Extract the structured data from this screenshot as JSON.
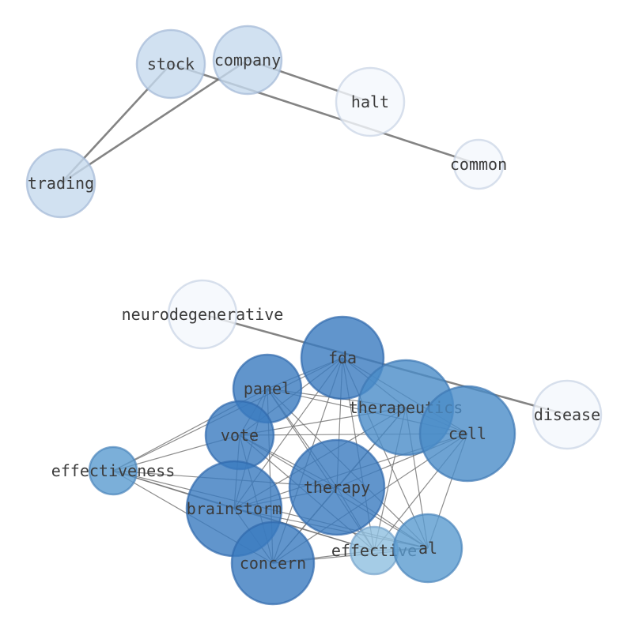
{
  "graph": {
    "nodes": [
      {
        "id": "stock",
        "label": "stock",
        "color": "#c6d9ee"
      },
      {
        "id": "company",
        "label": "company",
        "color": "#c6d9ee"
      },
      {
        "id": "halt",
        "label": "halt",
        "color": "#f4f8fd"
      },
      {
        "id": "common",
        "label": "common",
        "color": "#f4f8fd"
      },
      {
        "id": "trading",
        "label": "trading",
        "color": "#c6d9ee"
      },
      {
        "id": "neurodegenerative",
        "label": "neurodegenerative",
        "color": "#f4f8fd"
      },
      {
        "id": "disease",
        "label": "disease",
        "color": "#f4f8fd"
      },
      {
        "id": "fda",
        "label": "fda",
        "color": "#3a7bbf"
      },
      {
        "id": "panel",
        "label": "panel",
        "color": "#3a7bbf"
      },
      {
        "id": "therapeutics",
        "label": "therapeutics",
        "color": "#4a8cc8"
      },
      {
        "id": "cell",
        "label": "cell",
        "color": "#4a8cc8"
      },
      {
        "id": "vote",
        "label": "vote",
        "color": "#3a7bbf"
      },
      {
        "id": "effectiveness",
        "label": "effectiveness",
        "color": "#5a9bd0"
      },
      {
        "id": "therapy",
        "label": "therapy",
        "color": "#3a7bbf"
      },
      {
        "id": "brainstorm",
        "label": "brainstorm",
        "color": "#3a7bbf"
      },
      {
        "id": "effective",
        "label": "effective",
        "color": "#8fbfe0"
      },
      {
        "id": "al",
        "label": "al",
        "color": "#5a9bd0"
      },
      {
        "id": "concern",
        "label": "concern",
        "color": "#3a7bbf"
      }
    ],
    "edges": [
      [
        "stock",
        "trading"
      ],
      [
        "company",
        "trading"
      ],
      [
        "company",
        "halt"
      ],
      [
        "stock",
        "common"
      ],
      [
        "neurodegenerative",
        "disease"
      ],
      [
        "fda",
        "panel"
      ],
      [
        "fda",
        "therapeutics"
      ],
      [
        "fda",
        "cell"
      ],
      [
        "fda",
        "vote"
      ],
      [
        "fda",
        "effectiveness"
      ],
      [
        "fda",
        "therapy"
      ],
      [
        "fda",
        "brainstorm"
      ],
      [
        "fda",
        "effective"
      ],
      [
        "fda",
        "al"
      ],
      [
        "fda",
        "concern"
      ],
      [
        "panel",
        "vote"
      ],
      [
        "panel",
        "therapeutics"
      ],
      [
        "panel",
        "cell"
      ],
      [
        "panel",
        "effectiveness"
      ],
      [
        "panel",
        "therapy"
      ],
      [
        "panel",
        "brainstorm"
      ],
      [
        "panel",
        "effective"
      ],
      [
        "panel",
        "al"
      ],
      [
        "panel",
        "concern"
      ],
      [
        "therapeutics",
        "cell"
      ],
      [
        "therapeutics",
        "vote"
      ],
      [
        "therapeutics",
        "therapy"
      ],
      [
        "therapeutics",
        "brainstorm"
      ],
      [
        "therapeutics",
        "effective"
      ],
      [
        "therapeutics",
        "al"
      ],
      [
        "therapeutics",
        "concern"
      ],
      [
        "cell",
        "vote"
      ],
      [
        "cell",
        "therapy"
      ],
      [
        "cell",
        "brainstorm"
      ],
      [
        "cell",
        "effective"
      ],
      [
        "cell",
        "al"
      ],
      [
        "cell",
        "concern"
      ],
      [
        "vote",
        "effectiveness"
      ],
      [
        "vote",
        "therapy"
      ],
      [
        "vote",
        "brainstorm"
      ],
      [
        "vote",
        "effective"
      ],
      [
        "vote",
        "al"
      ],
      [
        "vote",
        "concern"
      ],
      [
        "effectiveness",
        "brainstorm"
      ],
      [
        "effectiveness",
        "therapy"
      ],
      [
        "effectiveness",
        "concern"
      ],
      [
        "effectiveness",
        "al"
      ],
      [
        "effectiveness",
        "effective"
      ],
      [
        "therapy",
        "brainstorm"
      ],
      [
        "therapy",
        "effective"
      ],
      [
        "therapy",
        "al"
      ],
      [
        "therapy",
        "concern"
      ],
      [
        "brainstorm",
        "concern"
      ],
      [
        "brainstorm",
        "effective"
      ],
      [
        "brainstorm",
        "al"
      ],
      [
        "concern",
        "effective"
      ],
      [
        "concern",
        "al"
      ],
      [
        "effective",
        "al"
      ]
    ]
  }
}
